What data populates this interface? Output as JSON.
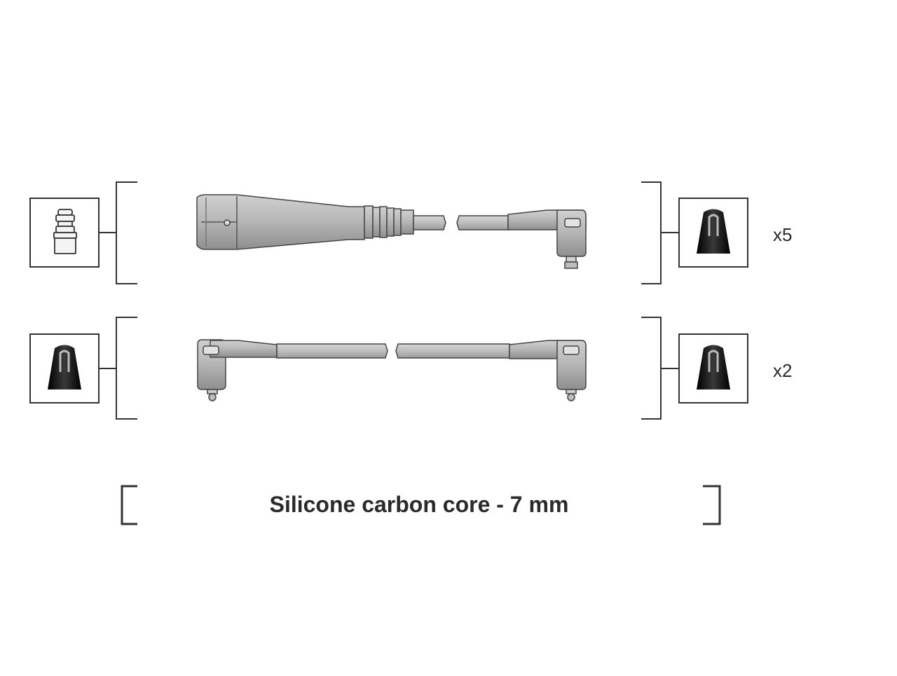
{
  "rows": [
    {
      "quantity": "x5"
    },
    {
      "quantity": "x2"
    }
  ],
  "caption": "Silicone carbon core - 7 mm",
  "colors": {
    "line": "#333333",
    "cable_fill": "#bdbdbd",
    "cable_shade": "#9a9a9a",
    "terminal_fill": "#151515",
    "box_fill": "#ffffff"
  },
  "icons": {
    "connector_a": "distributor-pin-terminal-icon",
    "connector_b": "spark-plug-cap-terminal-icon"
  }
}
